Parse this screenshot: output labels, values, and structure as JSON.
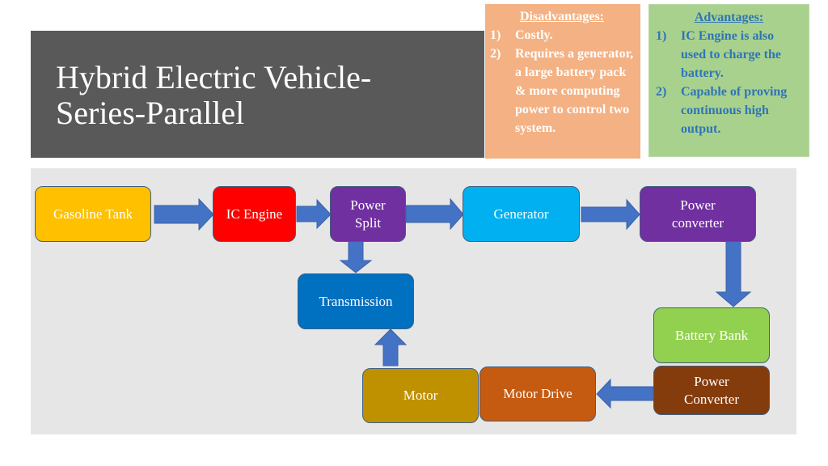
{
  "title": {
    "text": "Hybrid Electric Vehicle-\nSeries-Parallel"
  },
  "disadvantages": {
    "heading": "Disadvantages:",
    "items": [
      {
        "num": "1)",
        "text": "Costly."
      },
      {
        "num": "2)",
        "text": "Requires a generator, a large battery pack  & more computing power to control two system."
      }
    ]
  },
  "advantages": {
    "heading": "Advantages:",
    "items": [
      {
        "num": "1)",
        "text": "IC Engine is also used to charge the battery."
      },
      {
        "num": "2)",
        "text": "Capable of proving continuous high output."
      }
    ]
  },
  "diagram": {
    "nodes": {
      "gasoline_tank": {
        "label": "Gasoline Tank",
        "color": "#ffc000"
      },
      "ic_engine": {
        "label": "IC Engine",
        "color": "#ff0000"
      },
      "power_split": {
        "label": "Power\nSplit",
        "color": "#7030a0"
      },
      "generator": {
        "label": "Generator",
        "color": "#00b0f0"
      },
      "power_converter_top": {
        "label": "Power\nconverter",
        "color": "#7030a0"
      },
      "transmission": {
        "label": "Transmission",
        "color": "#0070c0"
      },
      "battery_bank": {
        "label": "Battery Bank",
        "color": "#92d050"
      },
      "power_converter_bottom": {
        "label": "Power\nConverter",
        "color": "#843c0c"
      },
      "motor_drive": {
        "label": "Motor Drive",
        "color": "#c55a11"
      },
      "motor": {
        "label": "Motor",
        "color": "#bf9000"
      }
    },
    "edges": [
      {
        "from": "Gasoline Tank",
        "to": "IC Engine"
      },
      {
        "from": "IC Engine",
        "to": "Power Split"
      },
      {
        "from": "Power Split",
        "to": "Generator"
      },
      {
        "from": "Generator",
        "to": "Power converter"
      },
      {
        "from": "Power Split",
        "to": "Transmission"
      },
      {
        "from": "Power converter",
        "to": "Battery Bank"
      },
      {
        "from": "Power Converter",
        "to": "Motor Drive"
      },
      {
        "from": "Motor",
        "to": "Transmission"
      }
    ],
    "arrow_color": "#4472c4"
  }
}
